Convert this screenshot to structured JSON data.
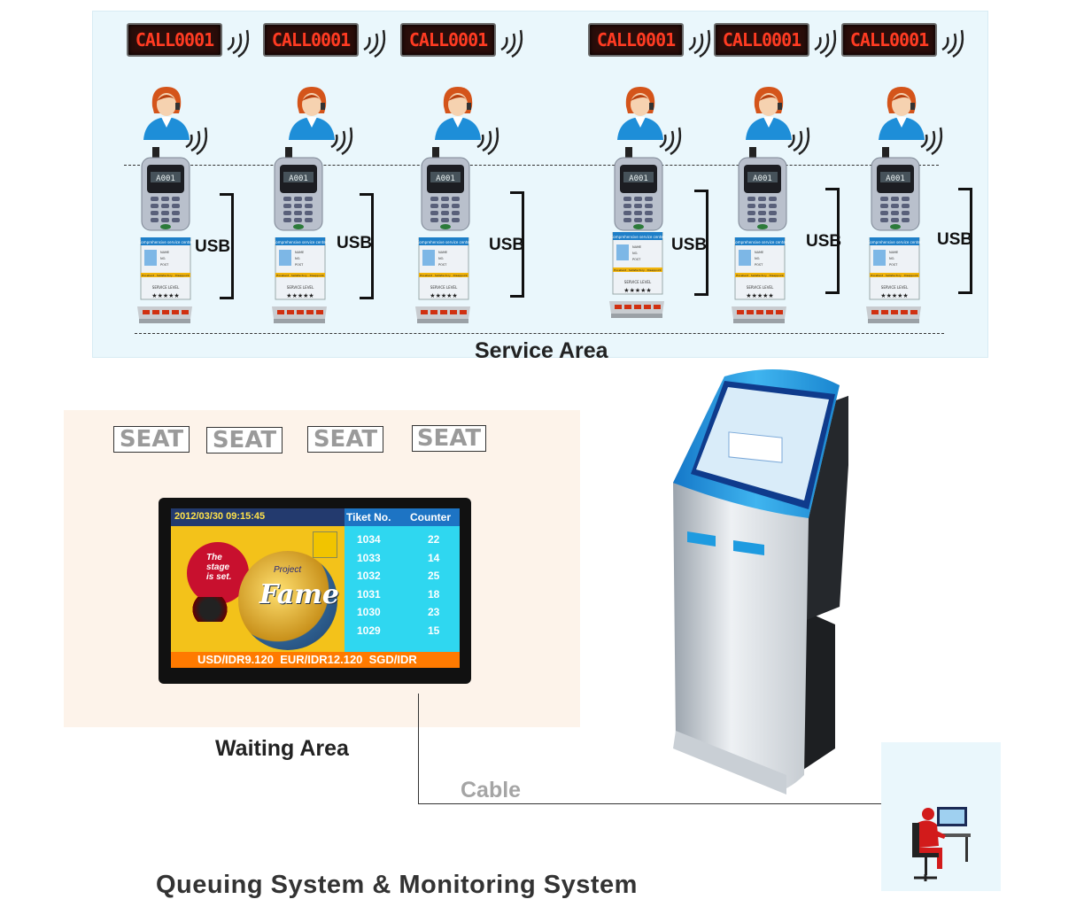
{
  "service_area": {
    "title": "Service Area",
    "displays": [
      "CALL0001",
      "CALL0001",
      "CALL0001",
      "CALL0001",
      "CALL0001",
      "CALL0001"
    ],
    "connection_labels": [
      "USB",
      "USB",
      "USB",
      "USB",
      "USB",
      "USB"
    ],
    "evaluator": {
      "header": "Comprehensive service center",
      "fields": [
        "NAME",
        "NO.",
        "POST"
      ],
      "buttons": [
        "Excellent",
        "Satisfactory",
        "Disappoint"
      ],
      "service_level": "SERVICE LEVEL",
      "stars": "★★★★★"
    },
    "pager_screen": "A001"
  },
  "waiting_area": {
    "title": "Waiting Area",
    "seats": [
      "SEAT",
      "SEAT",
      "SEAT",
      "SEAT"
    ],
    "screen": {
      "datetime": "2012/03/30  09:15:45",
      "promo_text": [
        "The",
        "stage",
        "is set."
      ],
      "logo_text": "Fame",
      "logo_sub": "Project",
      "header_ticket": "Tiket No.",
      "header_counter": "Counter",
      "rows": [
        {
          "ticket": "1034",
          "counter": "22"
        },
        {
          "ticket": "1033",
          "counter": "14"
        },
        {
          "ticket": "1032",
          "counter": "25"
        },
        {
          "ticket": "1031",
          "counter": "18"
        },
        {
          "ticket": "1030",
          "counter": "23"
        },
        {
          "ticket": "1029",
          "counter": "15"
        }
      ],
      "ticker": "USD/IDR9.120  EUR/IDR12.120  SGD/IDR"
    }
  },
  "cable_label": "Cable",
  "footer_title": "Queuing System & Monitoring System",
  "colors": {
    "led_text": "#ff3b22",
    "kiosk_blue": "#1e9be0",
    "screen_cyan": "#2fd7f0",
    "ticker_orange": "#ff7a00"
  }
}
